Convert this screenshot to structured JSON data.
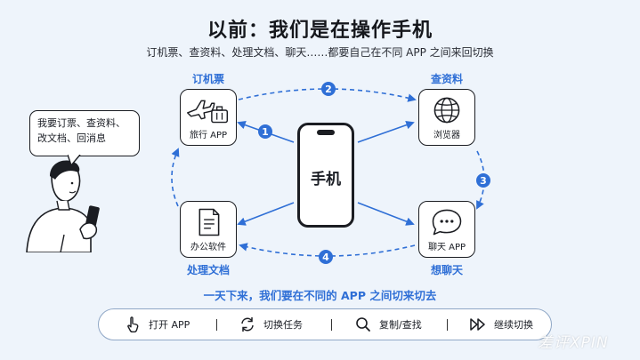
{
  "title": "以前：我们是在操作手机",
  "subtitle": "订机票、查资料、处理文档、聊天……都要自己在不同 APP 之间来回切换",
  "phone_label": "手机",
  "speech_bubble": {
    "line1": "我要订票、查资料、",
    "line2": "改文档、回消息"
  },
  "nodes": {
    "travel": {
      "caption": "订机票",
      "label": "旅行 APP"
    },
    "browser": {
      "caption": "查资料",
      "label": "浏览器"
    },
    "office": {
      "caption": "处理文档",
      "label": "办公软件"
    },
    "chat": {
      "caption": "想聊天",
      "label": "聊天 APP"
    }
  },
  "steps": [
    "1",
    "2",
    "3",
    "4"
  ],
  "bottom_note": "一天下来，我们要在不同的 APP 之间切来切去",
  "toolbar": [
    {
      "label": "打开 APP",
      "icon": "tap-icon"
    },
    {
      "label": "切换任务",
      "icon": "switch-icon"
    },
    {
      "label": "复制/查找",
      "icon": "search-icon"
    },
    {
      "label": "继续切换",
      "icon": "fast-forward-icon"
    }
  ],
  "watermark": "差评XPIN",
  "colors": {
    "accent": "#2f6fd6",
    "background": "#eef4fb",
    "ink": "#1b1d22"
  }
}
